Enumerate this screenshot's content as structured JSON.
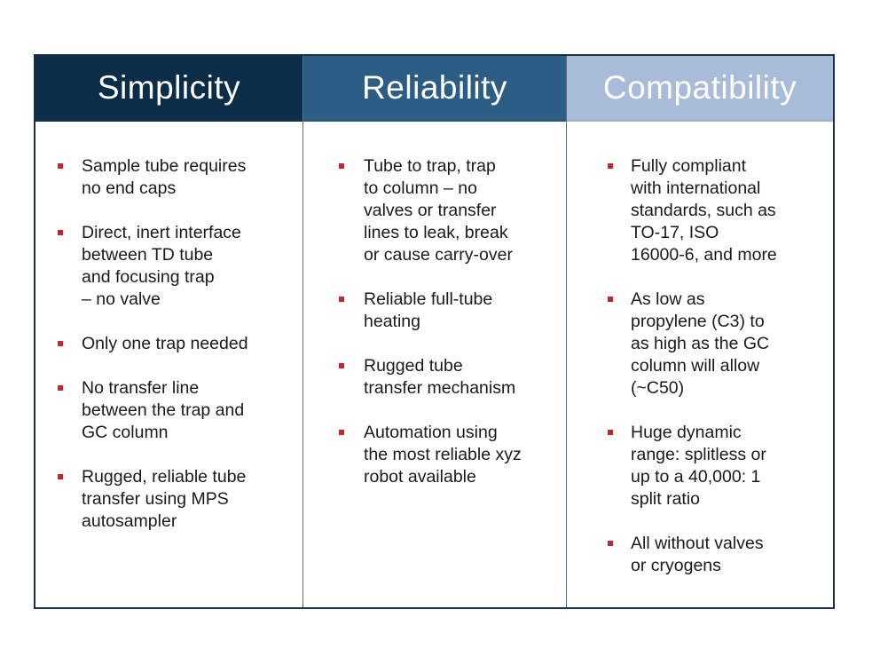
{
  "colors": {
    "simplicity_header": "#0c2d48",
    "reliability_header": "#2c5d85",
    "compatibility_header": "#a8bbd8",
    "bullet": "#c4262e",
    "border": "#1b2f45"
  },
  "columns": [
    {
      "title": "Simplicity",
      "items": [
        "Sample tube requires\nno end caps",
        "Direct, inert interface\nbetween TD tube\nand focusing trap\n– no valve",
        "Only one trap needed",
        "No transfer line\nbetween the trap and\nGC column",
        "Rugged, reliable tube\ntransfer using MPS\nautosampler"
      ]
    },
    {
      "title": "Reliability",
      "items": [
        "Tube to trap, trap\nto column – no\nvalves or transfer\nlines to leak, break\nor cause carry-over",
        "Reliable full-tube\nheating",
        "Rugged tube\ntransfer mechanism",
        "Automation using\nthe most reliable xyz\nrobot available"
      ]
    },
    {
      "title": "Compatibility",
      "items": [
        "Fully compliant\nwith international\nstandards, such as\nTO-17, ISO\n16000-6, and more",
        "As low as\npropylene (C3) to\nas high as the GC\ncolumn will allow\n(~C50)",
        "Huge dynamic\nrange: splitless or\nup to a 40,000: 1\nsplit ratio",
        "All without valves\nor cryogens"
      ]
    }
  ]
}
